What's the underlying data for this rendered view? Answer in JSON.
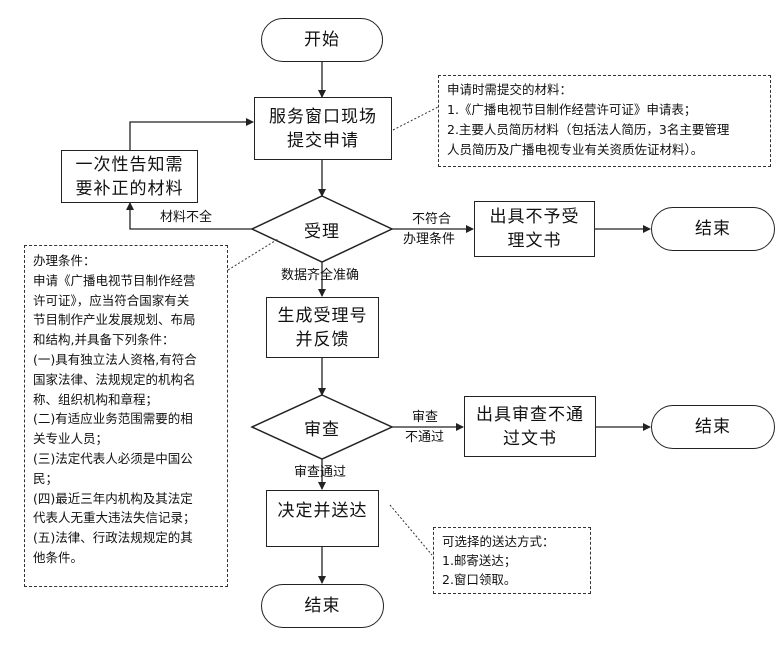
{
  "nodes": {
    "start": "开始",
    "submit": [
      "服务窗口现场",
      "提交申请"
    ],
    "correction": [
      "一次性告知需",
      "要补正的材料"
    ],
    "accept": "受理",
    "reject_doc": [
      "出具不予受",
      "理文书"
    ],
    "end_reject": "结束",
    "generate": [
      "生成受理号",
      "并反馈"
    ],
    "review": "审查",
    "review_fail_doc": [
      "出具审查不通",
      "过文书"
    ],
    "end_review": "结束",
    "decide": "决定并送达",
    "end_final": "结束"
  },
  "edge_labels": {
    "incomplete": "材料不全",
    "not_eligible": [
      "不符合",
      "办理条件"
    ],
    "complete": "数据齐全准确",
    "review_fail": [
      "审查",
      "不通过"
    ],
    "review_pass": "审查通过"
  },
  "notes": {
    "materials": [
      "申请时需提交的材料：",
      "1.《广播电视节目制作经营许可证》申请表；",
      "2.主要人员简历材料（包括法人简历，3名主要管理",
      "人员简历及广播电视专业有关资质佐证材料）。"
    ],
    "conditions": [
      "办理条件：",
      "申请《广播电视节目制作经营",
      "许可证》，应当符合国家有关",
      "节目制作产业发展规划、布局",
      "和结构,并具备下列条件：",
      "(一)具有独立法人资格,有符合",
      "国家法律、法规规定的机构名",
      "称、组织机构和章程；",
      "(二)有适应业务范围需要的相",
      "关专业人员；",
      "(三)法定代表人必须是中国公",
      "民；",
      "(四)最近三年内机构及其法定",
      "代表人无重大违法失信记录；",
      "(五)法律、行政法规规定的其",
      "他条件。"
    ],
    "delivery": [
      "可选择的送达方式：",
      "1.邮寄送达；",
      "2.窗口领取。"
    ]
  }
}
